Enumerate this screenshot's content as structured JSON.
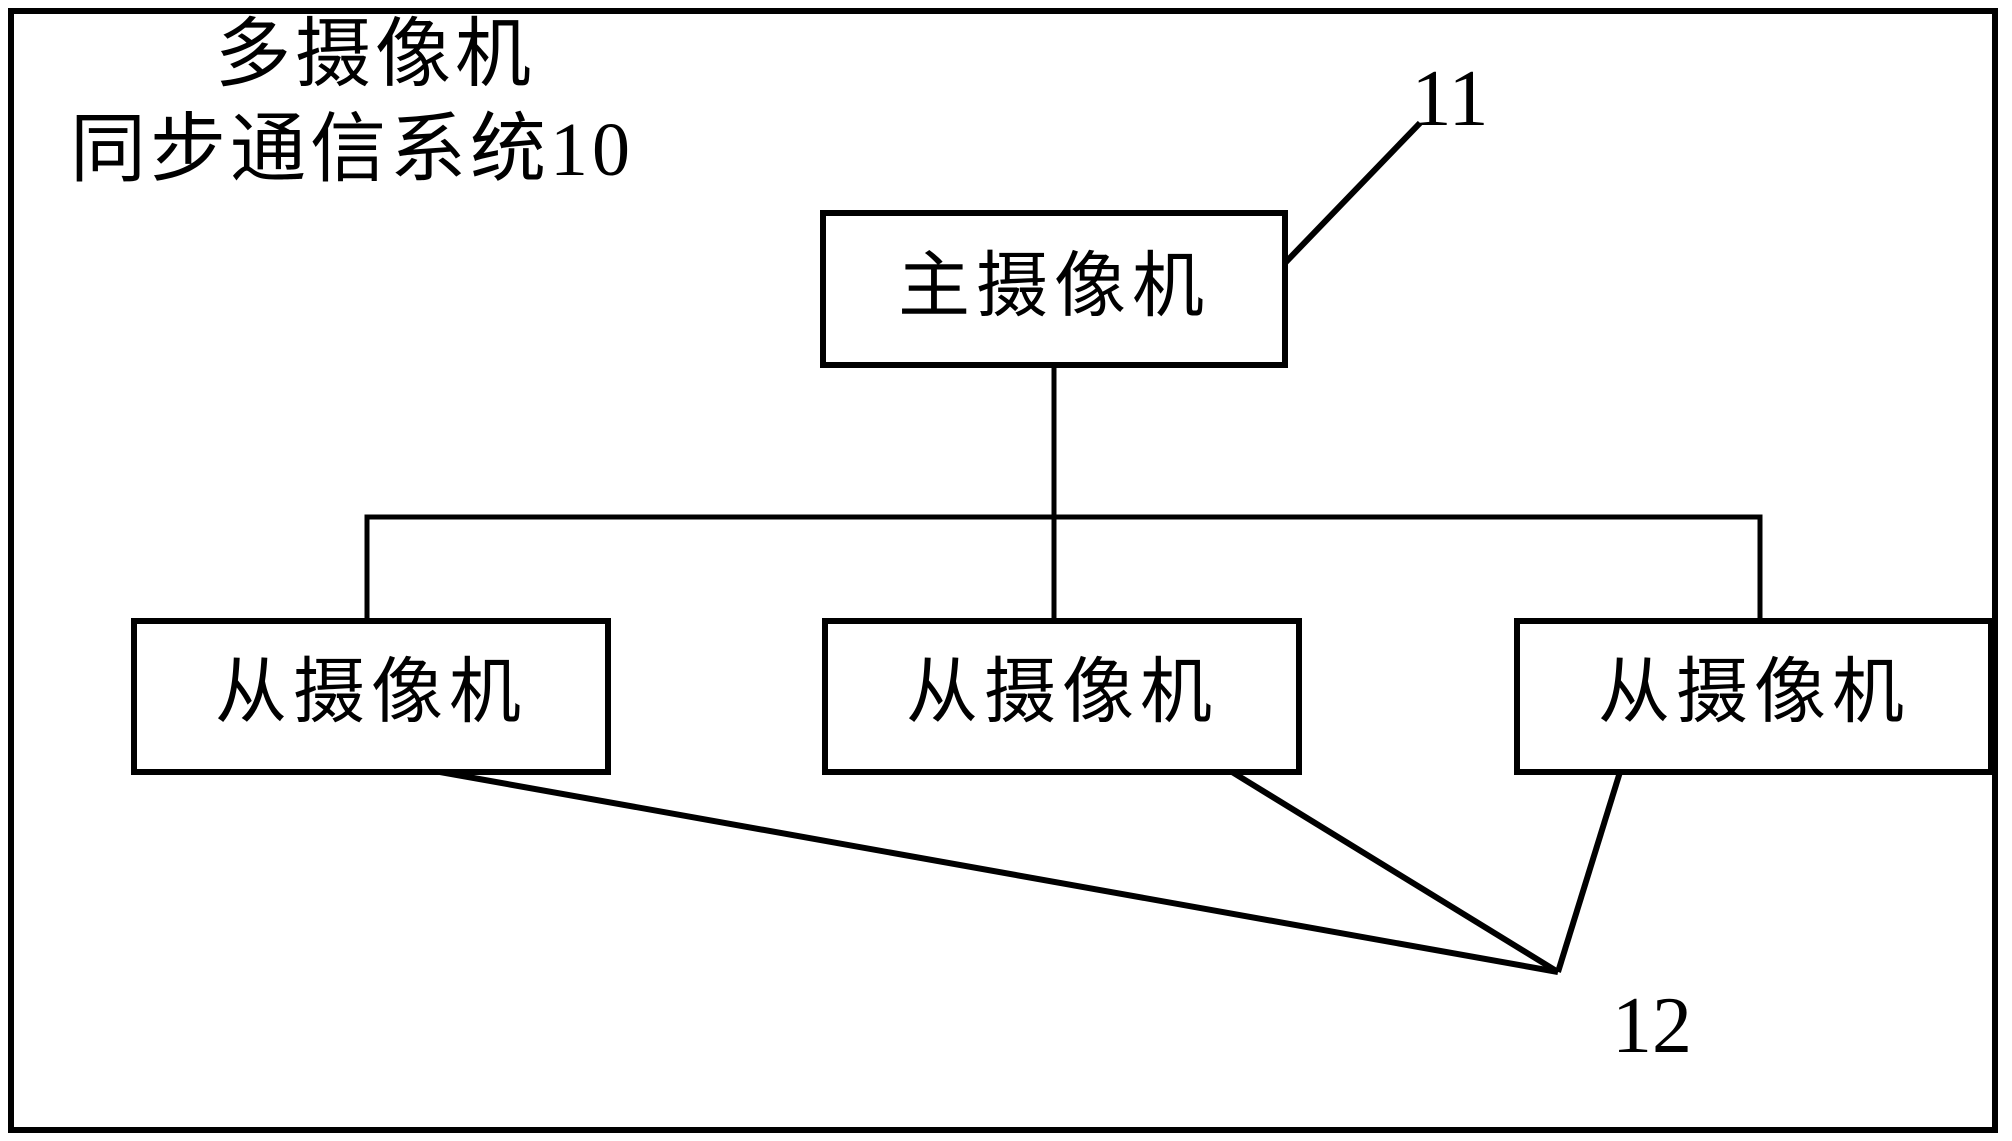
{
  "figure": {
    "title_lines": [
      "多摄像机",
      "同步通信系统10"
    ],
    "system_reference_number": "10"
  },
  "nodes": {
    "master": {
      "label": "主摄像机",
      "reference_number": "11"
    },
    "slaves": [
      {
        "label": "从摄像机"
      },
      {
        "label": "从摄像机"
      },
      {
        "label": "从摄像机"
      }
    ],
    "slave_group_reference_number": "12"
  },
  "colors": {
    "line": "#000000",
    "background": "#ffffff",
    "text": "#000000"
  }
}
